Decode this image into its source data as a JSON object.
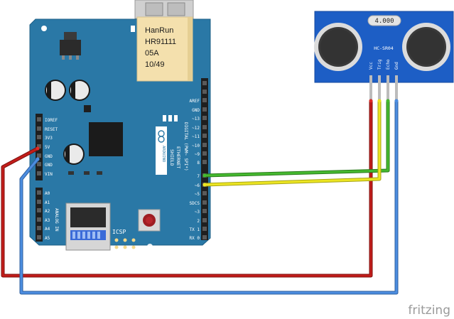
{
  "jack_label": [
    "HanRun",
    "HR91111",
    "05A",
    "10/49"
  ],
  "power_pins": [
    "IOREF",
    "RESET",
    "3V3",
    "5V",
    "GND",
    "GND",
    "VIN"
  ],
  "analog_pins": [
    "A0",
    "A1",
    "A2",
    "A3",
    "A4",
    "A5"
  ],
  "analog_heading": "ANALOG IN",
  "digital_pins": [
    "AREF",
    "GND",
    "~13",
    "~12",
    "~11",
    "~10",
    "~9",
    "8",
    "7",
    "~6",
    "~5",
    "SDCS",
    "~3",
    "2",
    "TX 1",
    "RX 0"
  ],
  "digital_heading": "DIGITAL (PWM~ SPI*)",
  "shield_title": [
    "ETHERNET",
    "SHIELD"
  ],
  "logo_text": "ARDUINO",
  "icsp_label": "ICSP",
  "sensor": {
    "model": "HC-SR04",
    "display": "4.000",
    "pins": [
      "Vcc",
      "Trig",
      "Echo",
      "Gnd"
    ]
  },
  "watermark": "fritzing",
  "colors": {
    "board": "#2a78a6",
    "sensor": "#1d5ec5",
    "wire_red": "#b11916",
    "wire_blue": "#3f7ecf",
    "wire_green": "#3fae2a",
    "wire_yellow": "#e7e21a"
  }
}
